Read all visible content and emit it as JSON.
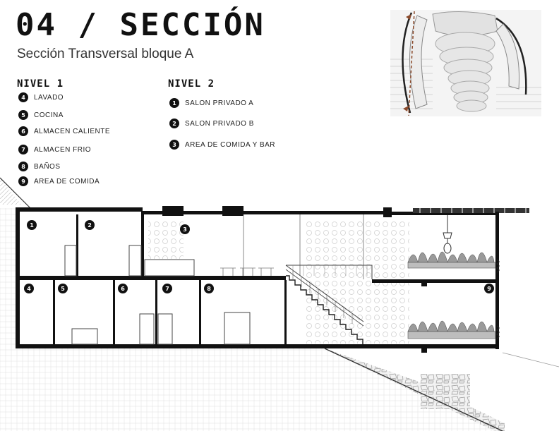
{
  "header": {
    "title": "04 / SECCIÓN",
    "subtitle": "Sección Transversal bloque A"
  },
  "level1": {
    "heading": "NIVEL 1",
    "items": [
      {
        "num": "4",
        "label": "LAVADO"
      },
      {
        "num": "5",
        "label": "COCINA"
      },
      {
        "num": "6",
        "label": "ALMACEN CALIENTE"
      },
      {
        "num": "7",
        "label": "ALMACEN FRIO"
      },
      {
        "num": "8",
        "label": "BAÑOS"
      },
      {
        "num": "9",
        "label": "AREA DE COMIDA"
      }
    ]
  },
  "level2": {
    "heading": "NIVEL 2",
    "items": [
      {
        "num": "1",
        "label": "SALON PRIVADO A"
      },
      {
        "num": "2",
        "label": "SALON PRIVADO B"
      },
      {
        "num": "3",
        "label": "AREA DE COMIDA Y BAR"
      }
    ]
  },
  "section_tags": [
    "1",
    "2",
    "3",
    "4",
    "5",
    "6",
    "7",
    "8",
    "9"
  ],
  "colors": {
    "wall": "#111111",
    "hatch": "#c8c8c8",
    "cut_line": "#8b4a2b",
    "plan_gray": "#dcdcdc"
  }
}
